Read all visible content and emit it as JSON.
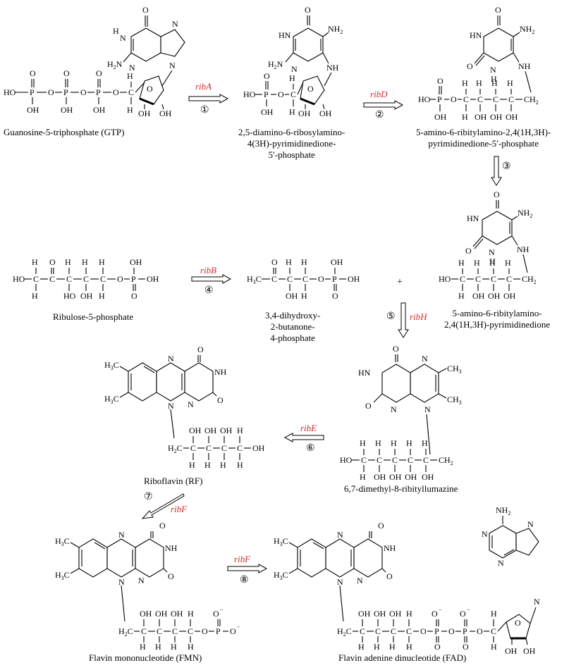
{
  "compounds": {
    "gtp": "Guanosine-5-triphosphate (GTP)",
    "diamino_1": "2,5-diamino-6-ribosylamino-",
    "diamino_2": "4(3H)-pyrimidinedione-",
    "diamino_3": "5′-phosphate",
    "aminoribityl_p_1": "5-amino-6-ribitylamino-2,4(1H,3H)-",
    "aminoribityl_p_2": "pyrimidinedione-5′-phosphate",
    "ribulose": "Ribulose-5-phosphate",
    "dhbp_1": "3,4-dihydroxy-",
    "dhbp_2": "2-butanone-",
    "dhbp_3": "4-phosphate",
    "aminoribityl_1": "5-amino-6-ribitylamino-",
    "aminoribityl_2": "2,4(1H,3H)-pyrimidinedione",
    "riboflavin": "Riboflavin (RF)",
    "lumazine": "6,7-dimethyl-8-ribityllumazine",
    "fmn": "Flavin mononucleotide (FMN)",
    "fad": "Flavin adenine dinucleotide (FAD)"
  },
  "steps": [
    {
      "enzyme": "ribA",
      "number": "①"
    },
    {
      "enzyme": "ribD",
      "number": "②"
    },
    {
      "enzyme": "",
      "number": "③"
    },
    {
      "enzyme": "ribB",
      "number": "④"
    },
    {
      "enzyme": "ribH",
      "number": "⑤"
    },
    {
      "enzyme": "ribE",
      "number": "⑥"
    },
    {
      "enzyme": "ribF",
      "number": "⑦"
    },
    {
      "enzyme": "ribF",
      "number": "⑧"
    }
  ],
  "plus_sign": "+",
  "colors": {
    "enzyme": "#d0282a",
    "text": "#000000"
  }
}
